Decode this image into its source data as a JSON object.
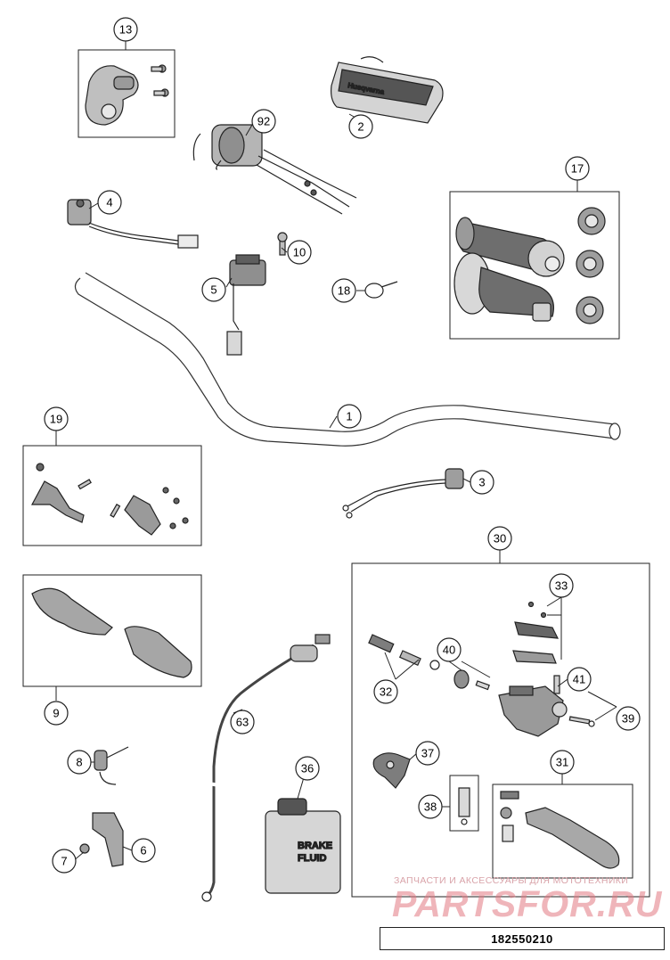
{
  "diagram": {
    "drawing_number": "182550210",
    "watermark": {
      "caption": "ЗАПЧАСТИ И АКСЕССУАРЫ ДЛЯ МОТОТЕХНИКИ",
      "logo_text": "PARTSFOR.RU"
    },
    "product_labels": {
      "brake_fluid_line1": "BRAKE",
      "brake_fluid_line2": "FLUID",
      "bar_pad_brand": "Husqvarna"
    },
    "callouts": [
      {
        "id": "c13",
        "number": "13"
      },
      {
        "id": "c92",
        "number": "92"
      },
      {
        "id": "c2",
        "number": "2"
      },
      {
        "id": "c4",
        "number": "4"
      },
      {
        "id": "c17",
        "number": "17"
      },
      {
        "id": "c10",
        "number": "10"
      },
      {
        "id": "c5",
        "number": "5"
      },
      {
        "id": "c18",
        "number": "18"
      },
      {
        "id": "c1",
        "number": "1"
      },
      {
        "id": "c19",
        "number": "19"
      },
      {
        "id": "c3",
        "number": "3"
      },
      {
        "id": "c30",
        "number": "30"
      },
      {
        "id": "c33",
        "number": "33"
      },
      {
        "id": "c40",
        "number": "40"
      },
      {
        "id": "c9",
        "number": "9"
      },
      {
        "id": "c63",
        "number": "63"
      },
      {
        "id": "c32",
        "number": "32"
      },
      {
        "id": "c41",
        "number": "41"
      },
      {
        "id": "c39",
        "number": "39"
      },
      {
        "id": "c8",
        "number": "8"
      },
      {
        "id": "c36",
        "number": "36"
      },
      {
        "id": "c37",
        "number": "37"
      },
      {
        "id": "c31",
        "number": "31"
      },
      {
        "id": "c6",
        "number": "6"
      },
      {
        "id": "c38",
        "number": "38"
      },
      {
        "id": "c7",
        "number": "7"
      }
    ]
  }
}
